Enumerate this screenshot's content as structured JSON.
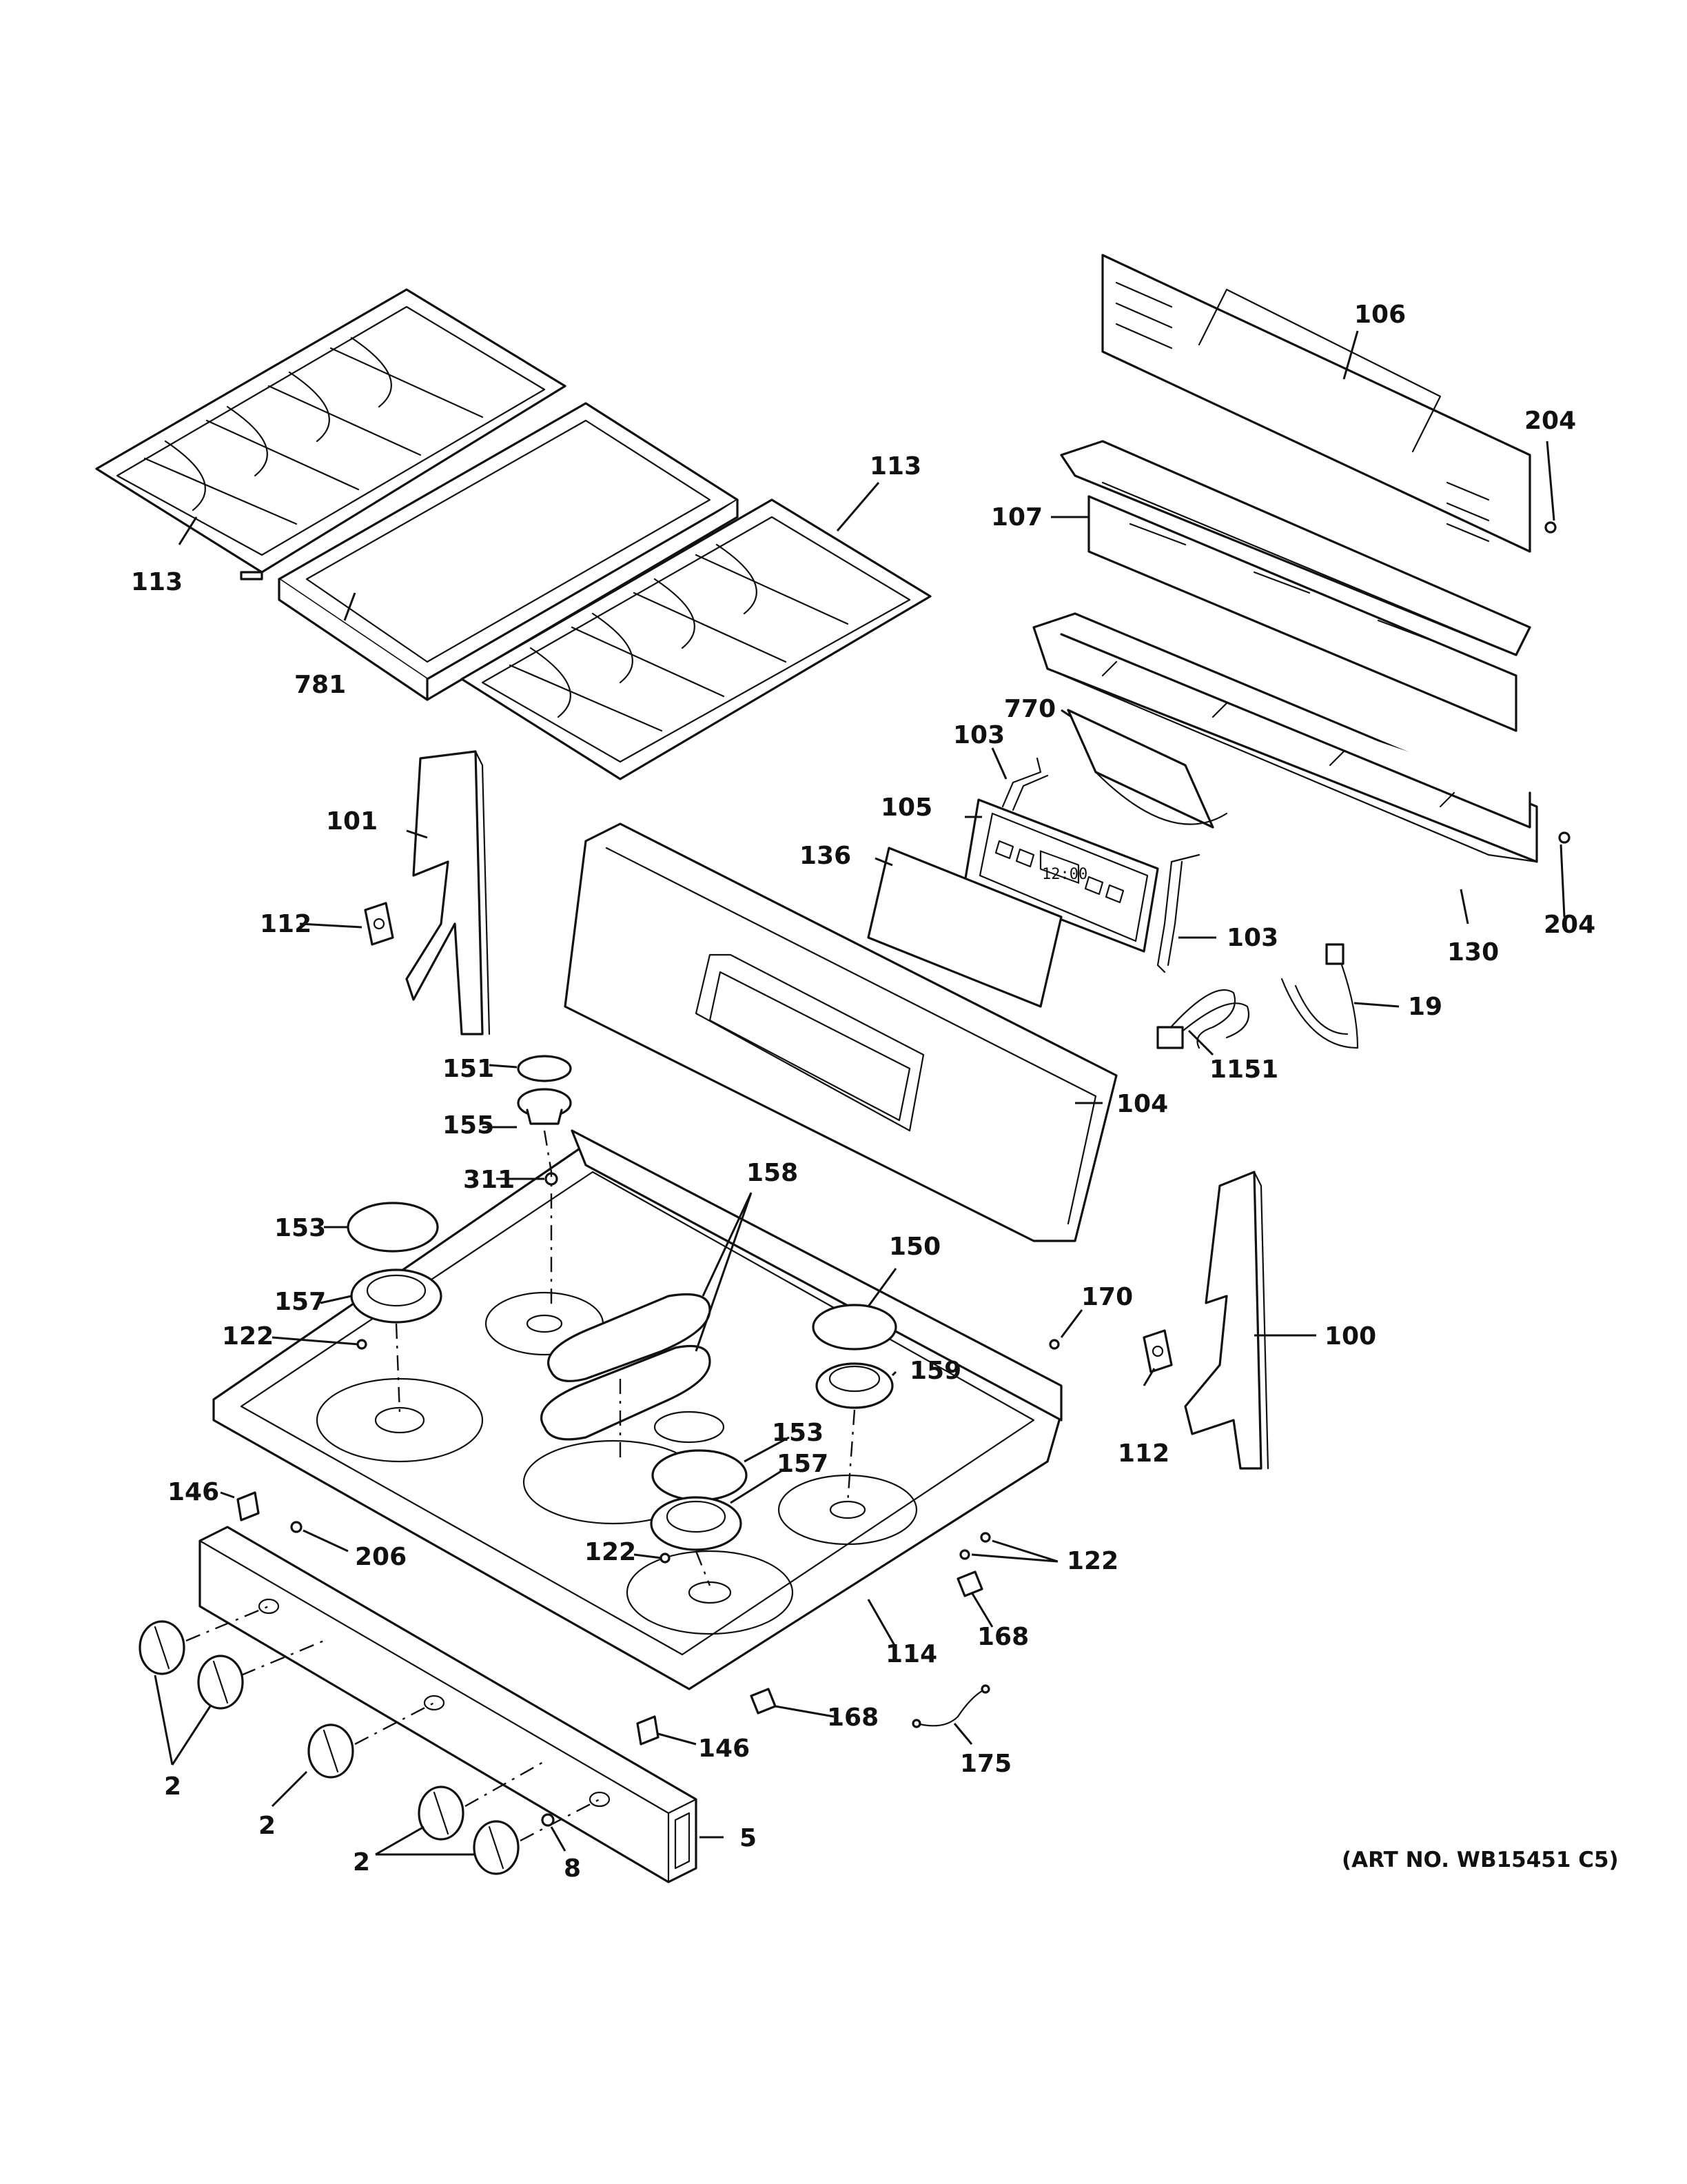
{
  "labels": {
    "l106": "106",
    "l204a": "204",
    "l107": "107",
    "l113a": "113",
    "l113b": "113",
    "l781": "781",
    "l770": "770",
    "l103a": "103",
    "l103b": "103",
    "l105": "105",
    "l101": "101",
    "l136": "136",
    "l112a": "112",
    "l112b": "112",
    "l204b": "204",
    "l130": "130",
    "l19": "19",
    "l1151": "1151",
    "l151": "151",
    "l104": "104",
    "l155": "155",
    "l311": "311",
    "l158": "158",
    "l153a": "153",
    "l153b": "153",
    "l150": "150",
    "l157a": "157",
    "l157b": "157",
    "l170": "170",
    "l100": "100",
    "l122a": "122",
    "l122b": "122",
    "l122c": "122",
    "l159": "159",
    "l146a": "146",
    "l146b": "146",
    "l206": "206",
    "l114": "114",
    "l168a": "168",
    "l168b": "168",
    "l175": "175",
    "l2a": "2",
    "l2b": "2",
    "l2c": "2",
    "l8": "8",
    "l5": "5"
  },
  "control_display": {
    "clock": "12:00"
  },
  "art_number": "(ART NO. WB15451 C5)"
}
